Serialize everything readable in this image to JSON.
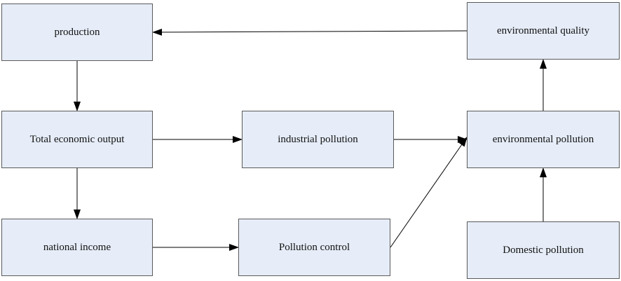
{
  "diagram": {
    "nodes": {
      "production": "production",
      "total_output": "Total economic output",
      "national_income": "national income",
      "industrial_pollution": "industrial pollution",
      "pollution_control": "Pollution control",
      "environmental_quality": "environmental quality",
      "environmental_pollution": "environmental pollution",
      "domestic_pollution": "Domestic pollution"
    },
    "edges": [
      {
        "from": "environmental_quality",
        "to": "production"
      },
      {
        "from": "production",
        "to": "total_output"
      },
      {
        "from": "total_output",
        "to": "industrial_pollution"
      },
      {
        "from": "total_output",
        "to": "national_income"
      },
      {
        "from": "national_income",
        "to": "pollution_control"
      },
      {
        "from": "industrial_pollution",
        "to": "environmental_pollution"
      },
      {
        "from": "pollution_control",
        "to": "environmental_pollution"
      },
      {
        "from": "environmental_pollution",
        "to": "environmental_quality"
      },
      {
        "from": "domestic_pollution",
        "to": "environmental_pollution"
      }
    ],
    "colors": {
      "node_fill": "#e6edf8",
      "node_border": "#5a5a5a",
      "arrow": "#000000"
    }
  }
}
